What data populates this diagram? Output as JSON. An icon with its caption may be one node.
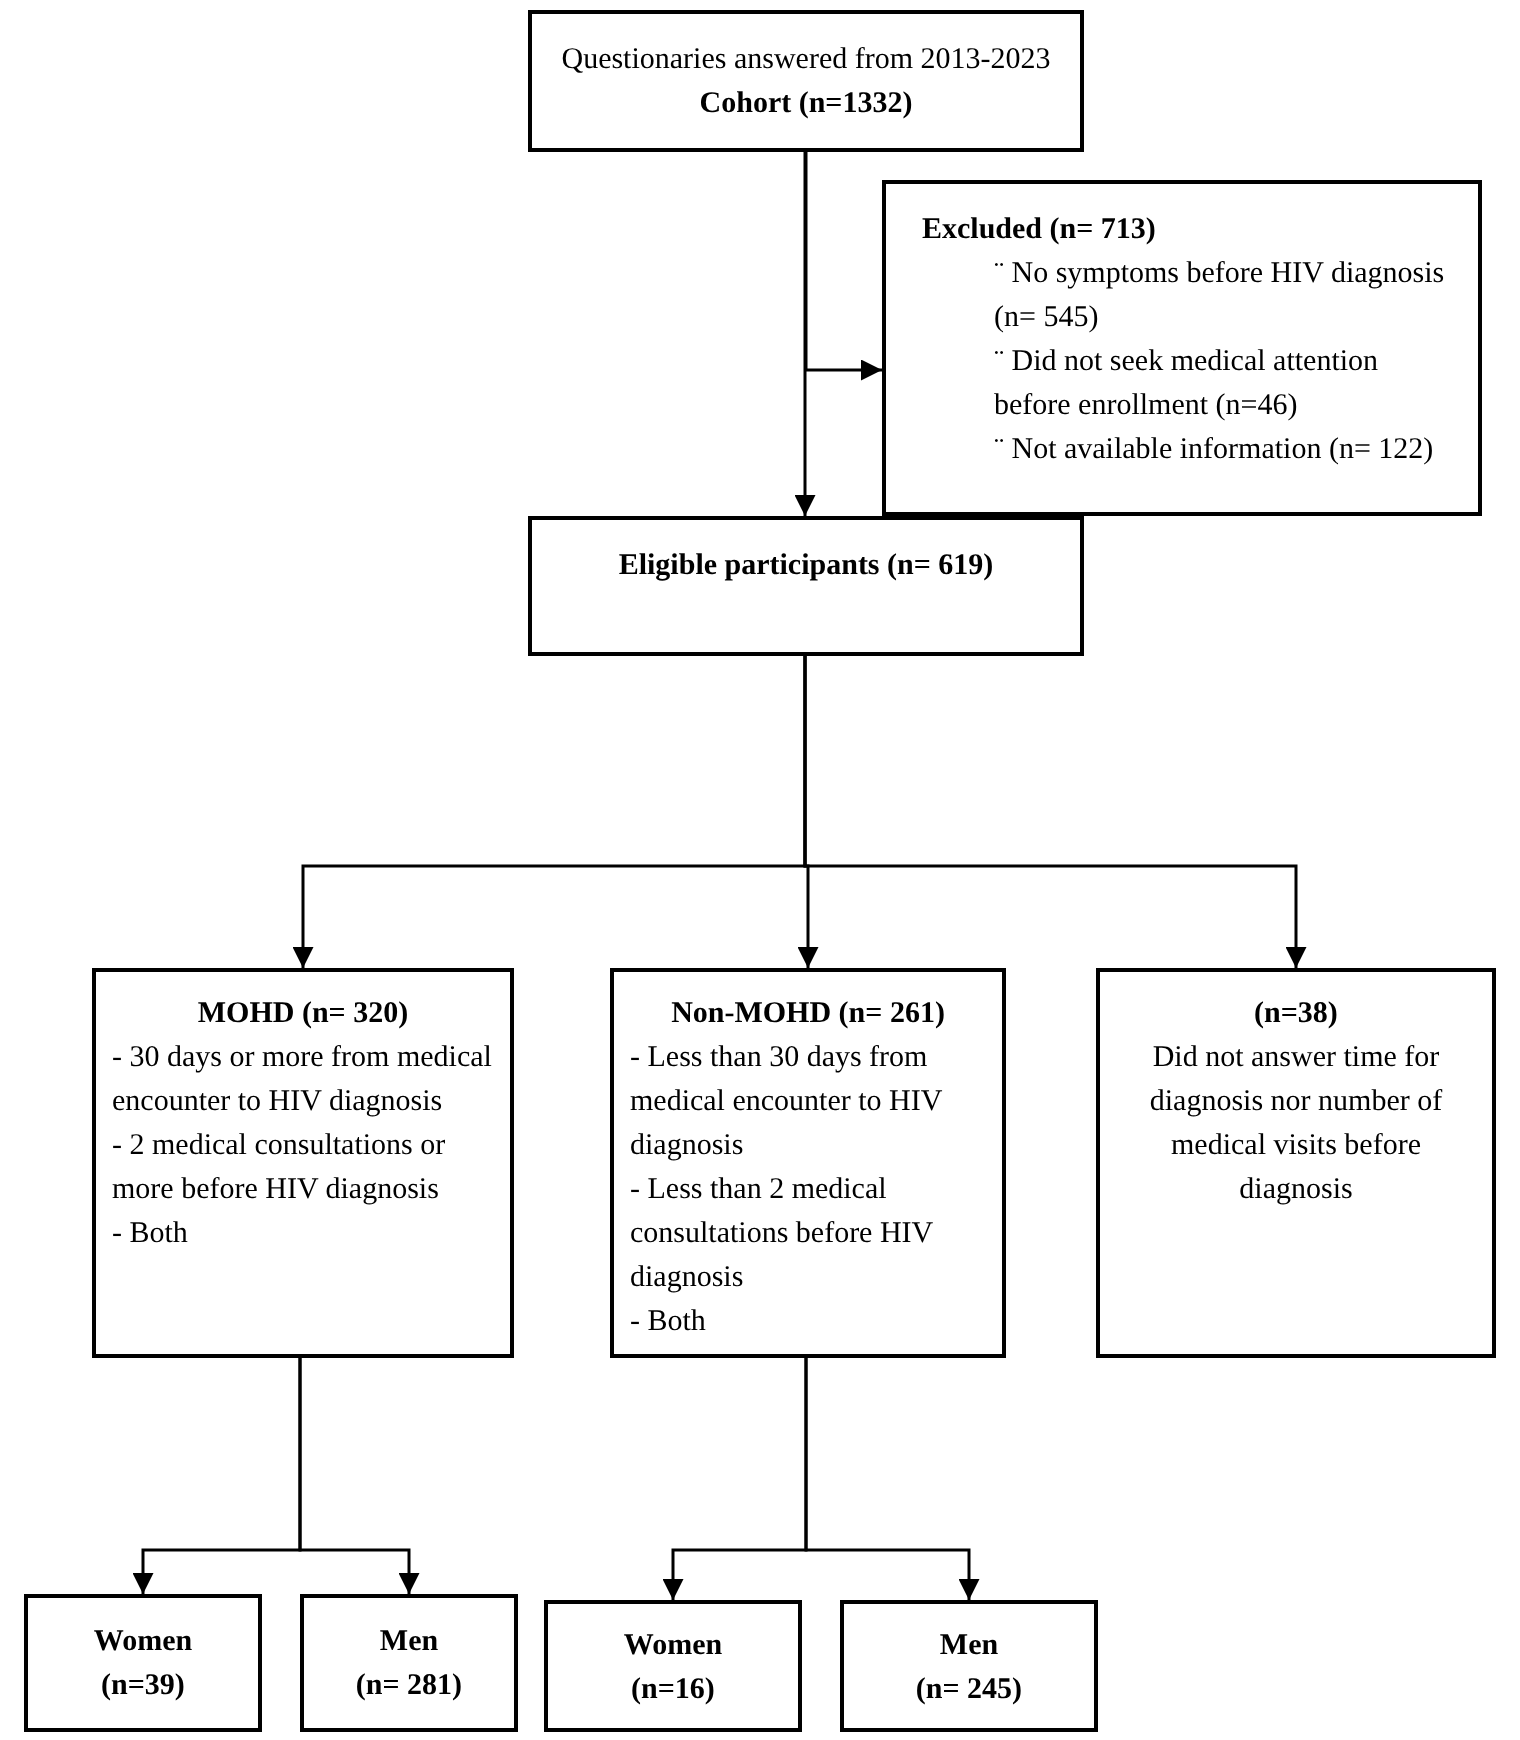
{
  "diagram": {
    "nodes": [
      {
        "text": [
          "Questionaries answered from 2013-2023",
          "Cohort (n=1332)"
        ]
      },
      {
        "text": [
          "Excluded (n= 713)",
          "¨ No symptoms before HIV diagnosis (n= 545)",
          "¨ Did not seek medical attention before enrollment (n=46)",
          "¨ Not available information (n= 122)"
        ]
      },
      {
        "text": [
          "Eligible participants (n= 619)"
        ]
      },
      {
        "text": [
          "MOHD (n= 320)",
          "- 30 days or more from medical encounter to HIV diagnosis",
          "- 2 medical consultations or more before HIV diagnosis",
          "- Both"
        ]
      },
      {
        "text": [
          "Non-MOHD (n= 261)",
          "- Less than 30 days from medical encounter to HIV diagnosis",
          "- Less than 2 medical consultations before HIV diagnosis",
          "- Both"
        ]
      },
      {
        "text": [
          "(n=38)",
          "Did not answer time for diagnosis nor number of medical visits before diagnosis"
        ]
      },
      {
        "text": [
          "Women (n=39)"
        ]
      },
      {
        "text": [
          "Men (n= 281)"
        ]
      },
      {
        "text": [
          "Women (n=16)"
        ]
      },
      {
        "text": [
          "Men (n= 245)"
        ]
      }
    ],
    "edges": [
      {
        "from": 0,
        "to": 2,
        "arrow": "to"
      },
      {
        "from": 0,
        "to": 1,
        "arrow": "to"
      },
      {
        "from": 2,
        "to": 3,
        "arrow": "to"
      },
      {
        "from": 2,
        "to": 4,
        "arrow": "to"
      },
      {
        "from": 2,
        "to": 5,
        "arrow": "to"
      },
      {
        "from": 3,
        "to": 6,
        "arrow": "to"
      },
      {
        "from": 3,
        "to": 7,
        "arrow": "to"
      },
      {
        "from": 4,
        "to": 8,
        "arrow": "to"
      },
      {
        "from": 4,
        "to": 9,
        "arrow": "to"
      }
    ]
  }
}
